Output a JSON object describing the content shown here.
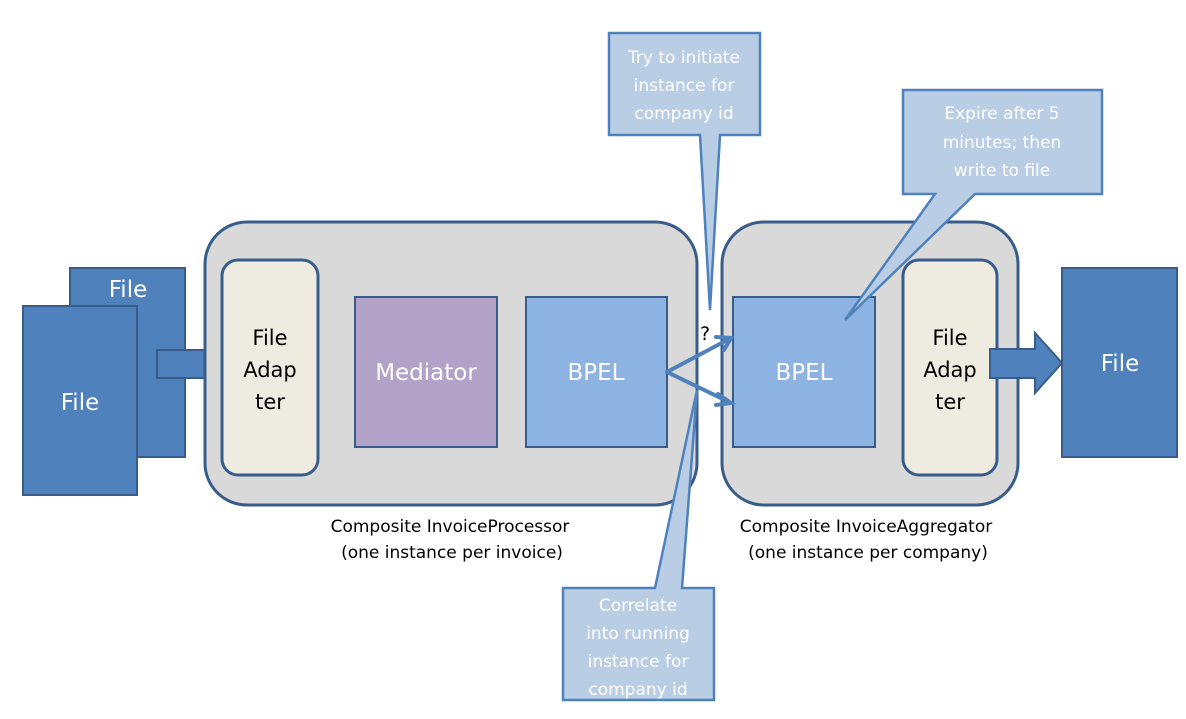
{
  "colors": {
    "file": "#4f81bd",
    "composite": "#d9d9d9",
    "adapter": "#eeece1",
    "mediator": "#b2a2c7",
    "bpel": "#8db3e2",
    "callout": "#b9cde5",
    "stroke": "#385d8a"
  },
  "input_files": {
    "back_label": "File",
    "front_label": "File"
  },
  "output_file": {
    "label": "File"
  },
  "composite_processor": {
    "adapter_lines": [
      "File",
      "Adap",
      "ter"
    ],
    "mediator": "Mediator",
    "bpel": "BPEL",
    "title": "Composite InvoiceProcessor",
    "subtitle": "(one instance per invoice)"
  },
  "composite_aggregator": {
    "bpel": "BPEL",
    "adapter_lines": [
      "File",
      "Adap",
      "ter"
    ],
    "title": "Composite InvoiceAggregator",
    "subtitle": "(one instance per company)"
  },
  "question_mark": "?",
  "callouts": {
    "initiate": [
      "Try to initiate",
      "instance for",
      "company id"
    ],
    "expire": [
      "Expire after 5",
      "minutes; then",
      "write to file"
    ],
    "correlate": [
      "Correlate",
      "into running",
      "instance for",
      "company id"
    ]
  }
}
